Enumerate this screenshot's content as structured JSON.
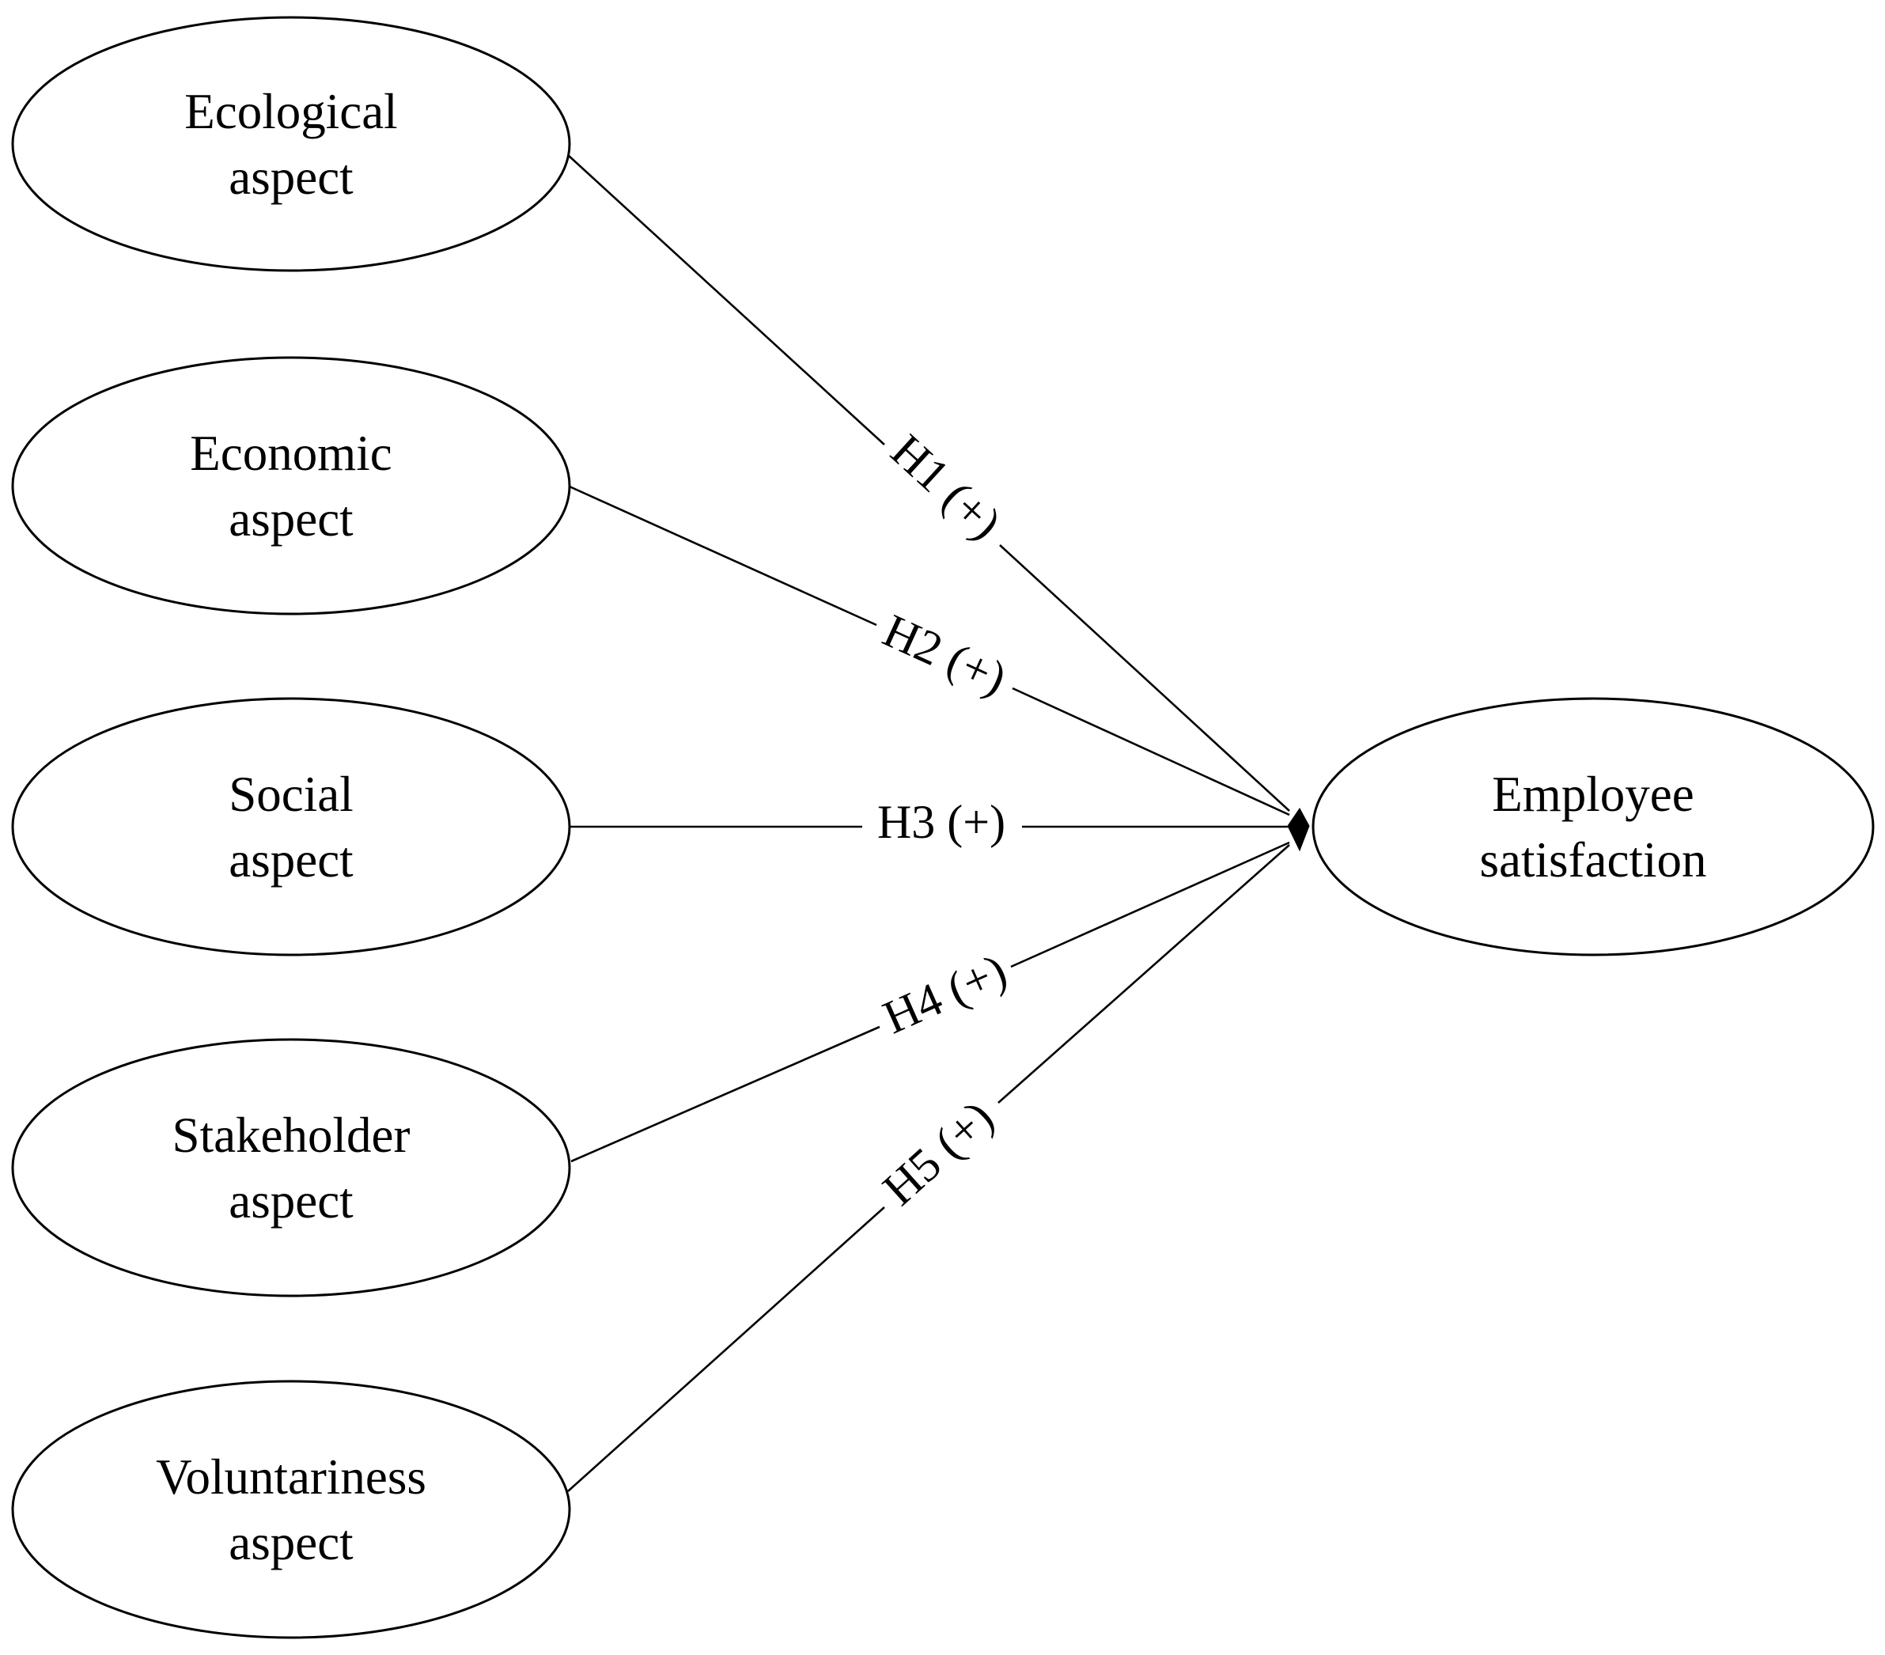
{
  "nodes": {
    "ecological": {
      "line1": "Ecological",
      "line2": "aspect"
    },
    "economic": {
      "line1": "Economic",
      "line2": "aspect"
    },
    "social": {
      "line1": "Social",
      "line2": "aspect"
    },
    "stakeholder": {
      "line1": "Stakeholder",
      "line2": "aspect"
    },
    "voluntariness": {
      "line1": "Voluntariness",
      "line2": "aspect"
    },
    "employee_satisfaction": {
      "line1": "Employee",
      "line2": "satisfaction"
    }
  },
  "edges": [
    {
      "from": "ecological",
      "to": "employee_satisfaction",
      "label": "H1 (+)"
    },
    {
      "from": "economic",
      "to": "employee_satisfaction",
      "label": "H2 (+)"
    },
    {
      "from": "social",
      "to": "employee_satisfaction",
      "label": "H3 (+)"
    },
    {
      "from": "stakeholder",
      "to": "employee_satisfaction",
      "label": "H4 (+)"
    },
    {
      "from": "voluntariness",
      "to": "employee_satisfaction",
      "label": "H5 (+)"
    }
  ]
}
